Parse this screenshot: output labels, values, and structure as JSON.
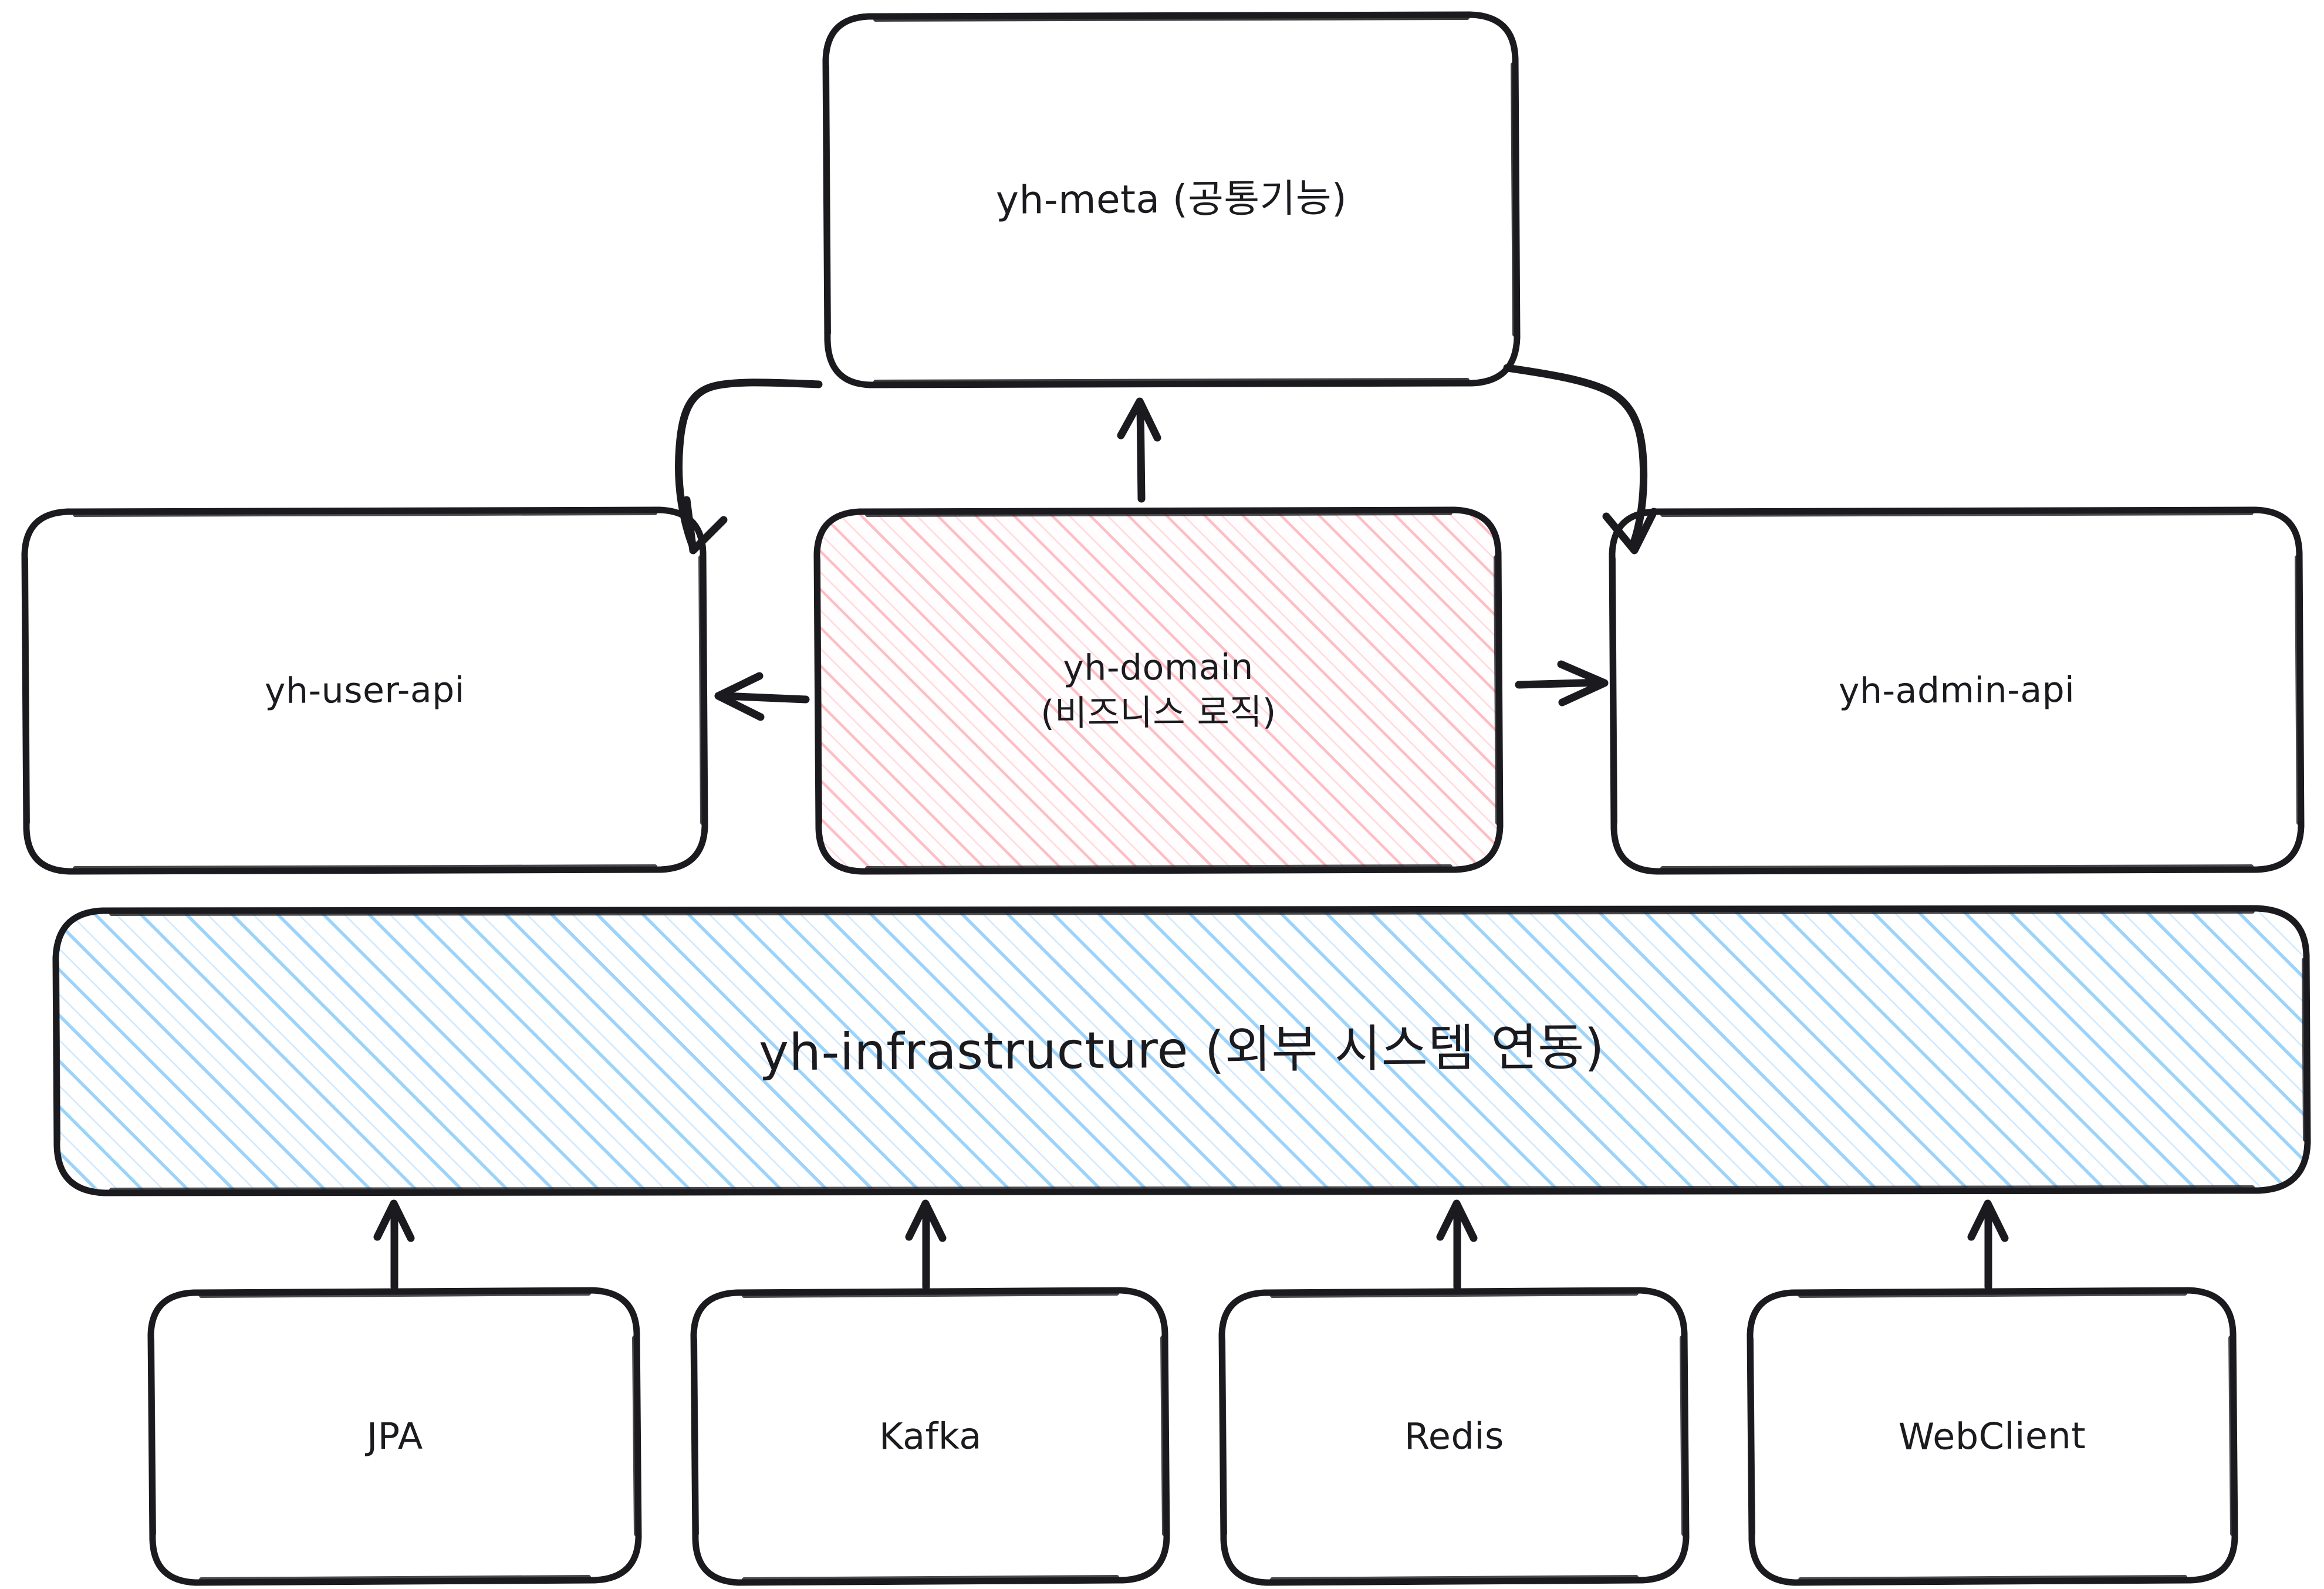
{
  "diagram": {
    "title": "yh multi-module architecture",
    "style": "hand-drawn",
    "background": "#ffffff",
    "stroke_color": "#1b1b1f",
    "accent_pink": "#ffbdc4",
    "accent_blue": "#9cd3fb"
  },
  "nodes": {
    "meta": {
      "label": "yh-meta (공통기능)",
      "fill": "none"
    },
    "user": {
      "label": "yh-user-api",
      "fill": "none"
    },
    "domain": {
      "label": "yh-domain\n(비즈니스 로직)",
      "fill": "pink-hatch"
    },
    "admin": {
      "label": "yh-admin-api",
      "fill": "none"
    },
    "infra": {
      "label": "yh-infrastructure (외부 시스템 연동)",
      "fill": "blue-hatch"
    },
    "jpa": {
      "label": "JPA",
      "fill": "none"
    },
    "kafka": {
      "label": "Kafka",
      "fill": "none"
    },
    "redis": {
      "label": "Redis",
      "fill": "none"
    },
    "webclient": {
      "label": "WebClient",
      "fill": "none"
    }
  },
  "edges": [
    {
      "from": "meta",
      "to": "user",
      "shape": "curved",
      "arrow": "end"
    },
    {
      "from": "meta",
      "to": "admin",
      "shape": "curved",
      "arrow": "end"
    },
    {
      "from": "domain",
      "to": "meta",
      "shape": "straight-up",
      "arrow": "end"
    },
    {
      "from": "domain",
      "to": "user",
      "shape": "straight-left",
      "arrow": "end"
    },
    {
      "from": "domain",
      "to": "admin",
      "shape": "straight-right",
      "arrow": "end"
    },
    {
      "from": "jpa",
      "to": "infra",
      "shape": "straight-up",
      "arrow": "end"
    },
    {
      "from": "kafka",
      "to": "infra",
      "shape": "straight-up",
      "arrow": "end"
    },
    {
      "from": "redis",
      "to": "infra",
      "shape": "straight-up",
      "arrow": "end"
    },
    {
      "from": "webclient",
      "to": "infra",
      "shape": "straight-up",
      "arrow": "end"
    }
  ]
}
